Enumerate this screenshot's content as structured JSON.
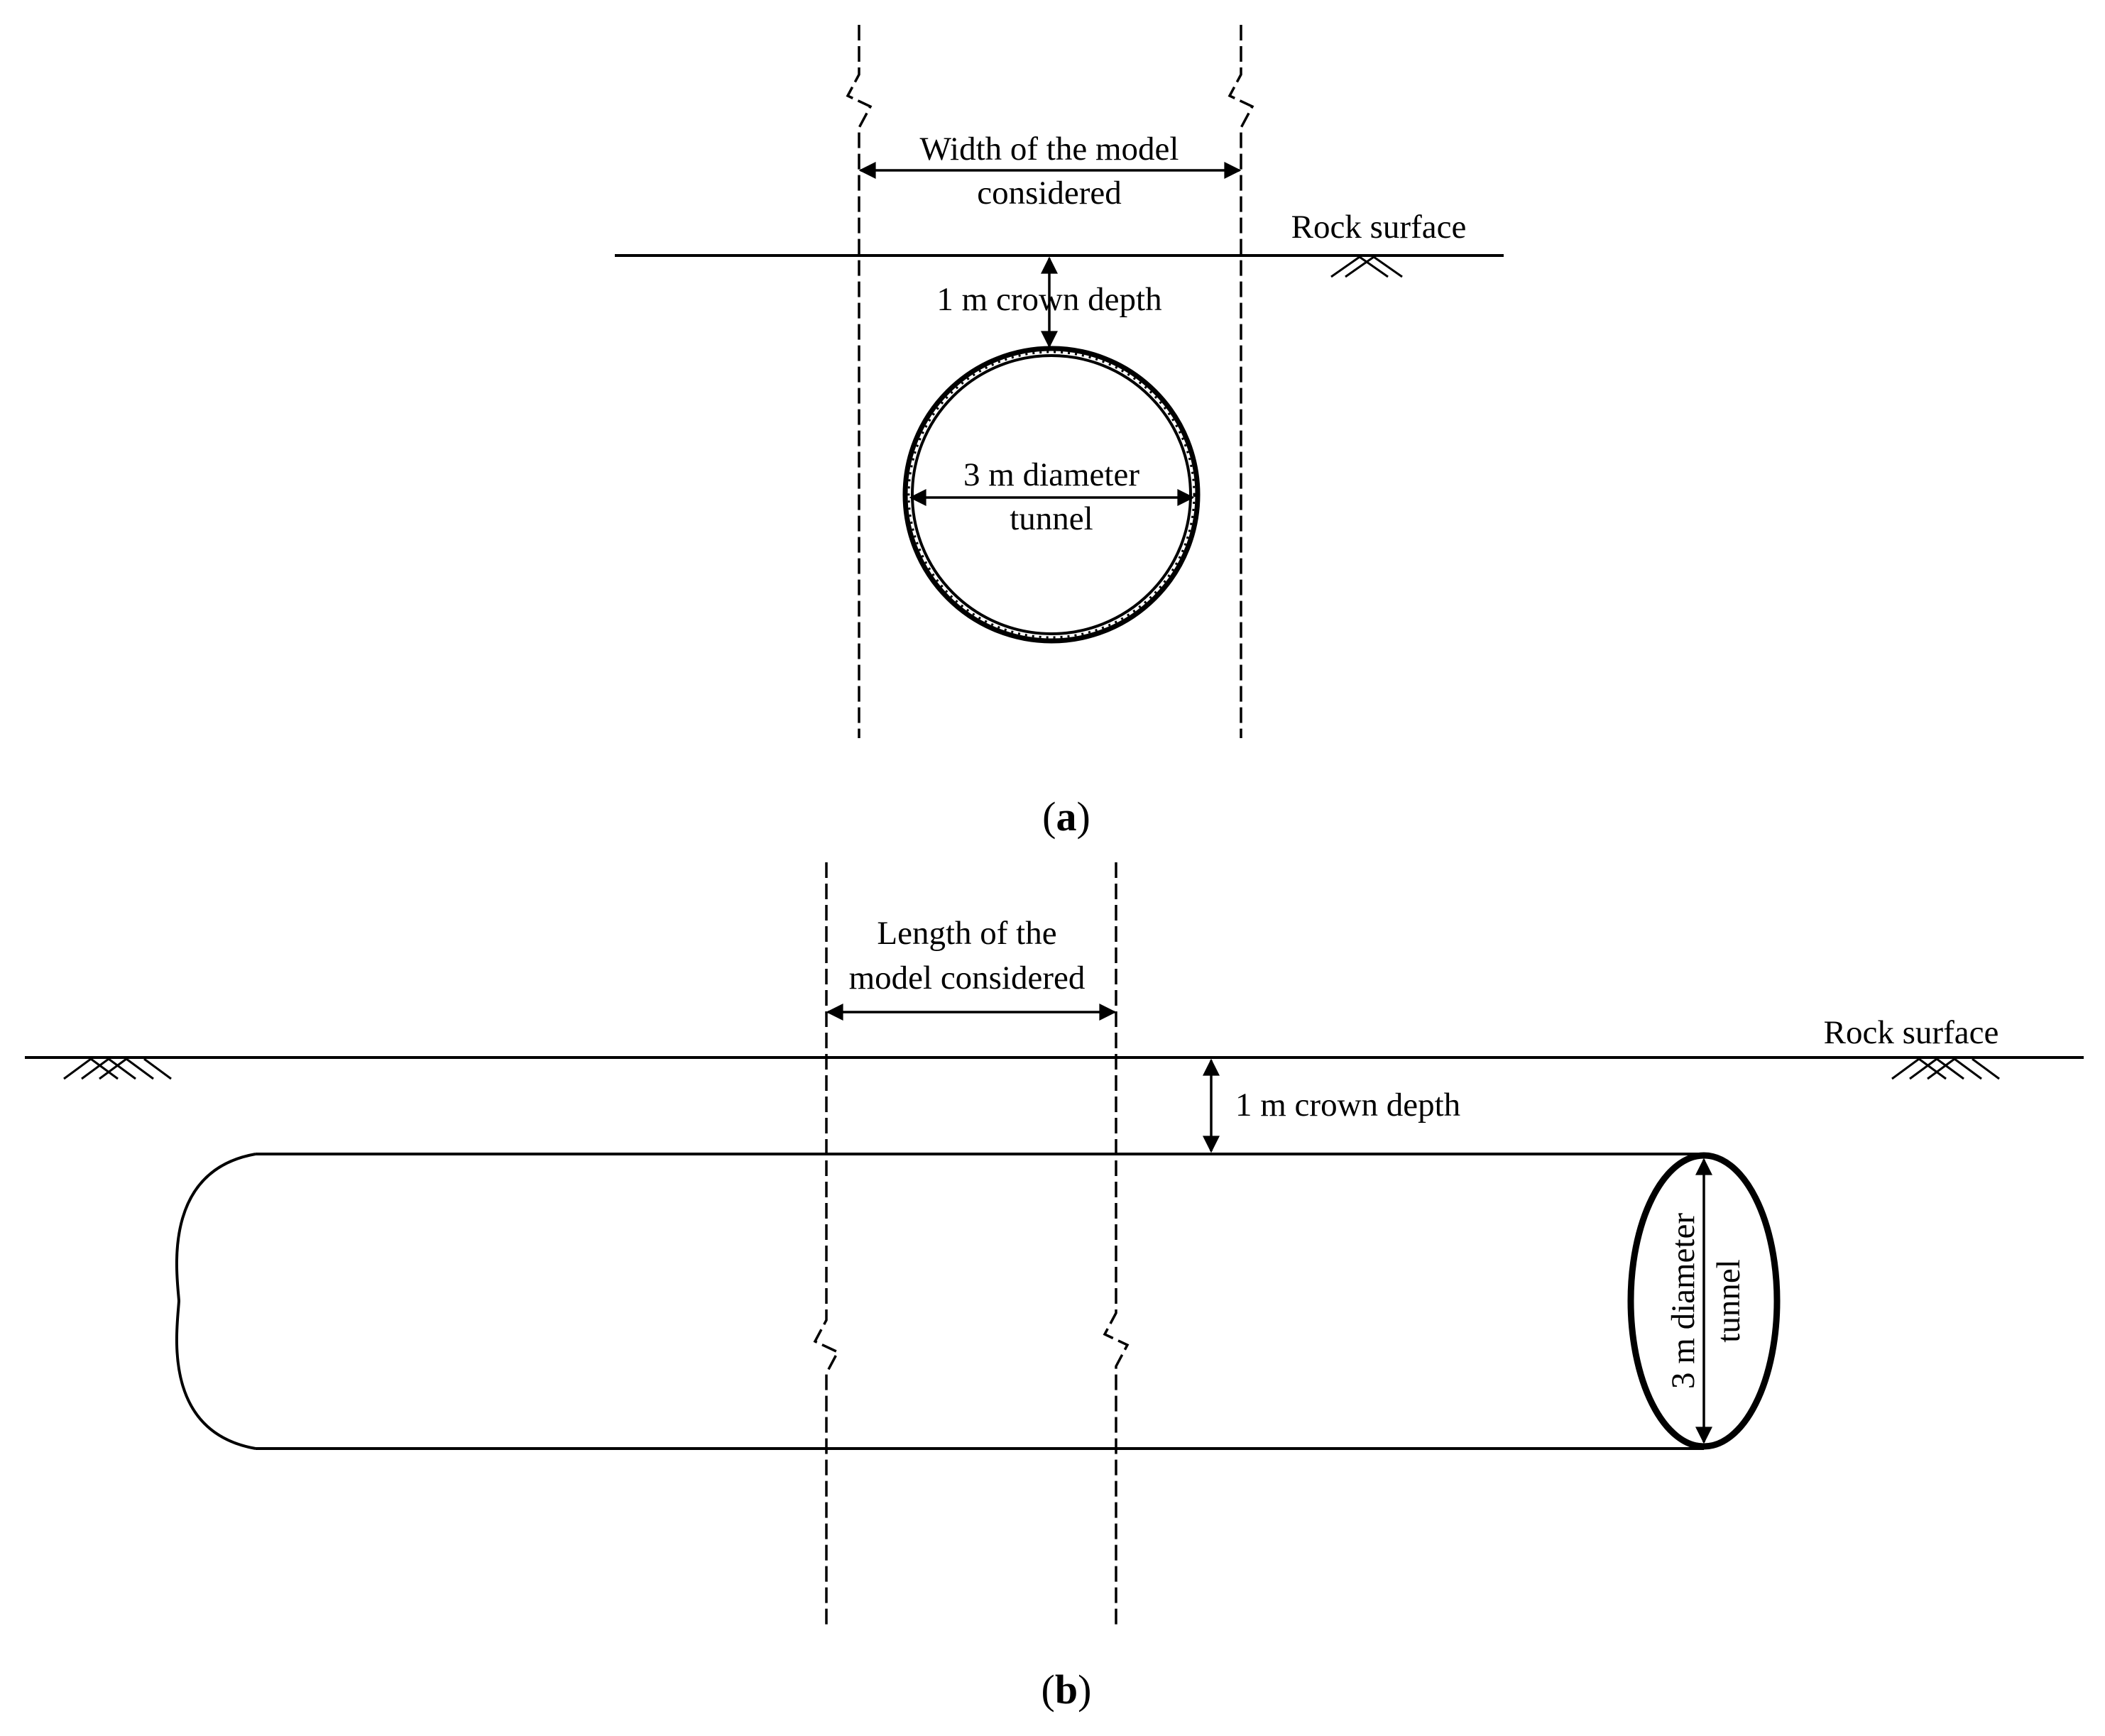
{
  "panel_a": {
    "width_label_line1": "Width of the model",
    "width_label_line2": "considered",
    "rock_surface": "Rock surface",
    "crown_depth": "1 m crown depth",
    "diameter_line1": "3 m diameter",
    "diameter_line2": "tunnel",
    "caption_open": "(",
    "caption_letter": "a",
    "caption_close": ")"
  },
  "panel_b": {
    "length_label_line1": "Length of the",
    "length_label_line2": "model considered",
    "rock_surface": "Rock surface",
    "crown_depth": "1 m crown depth",
    "diameter_line1": "3 m diameter",
    "diameter_line2": "tunnel",
    "caption_open": "(",
    "caption_letter": "b",
    "caption_close": ")"
  }
}
